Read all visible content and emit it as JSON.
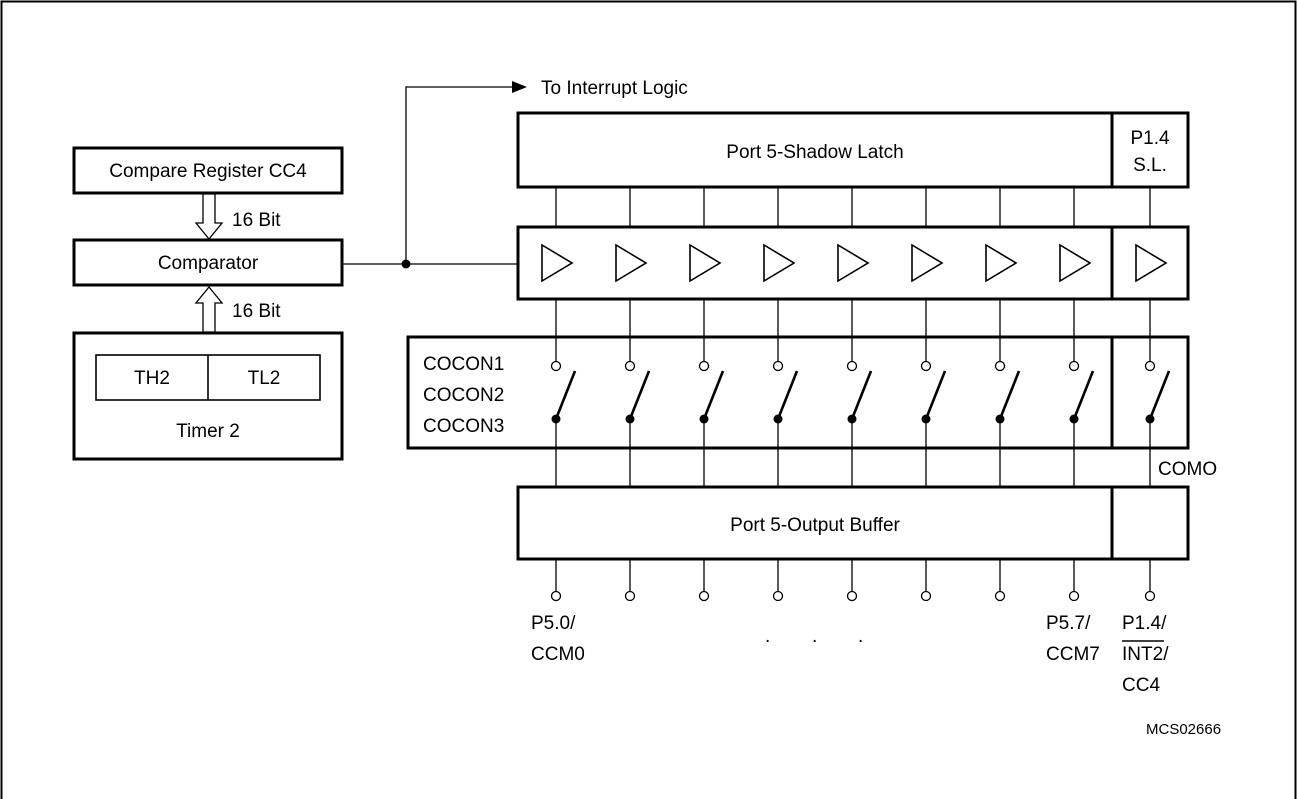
{
  "labels": {
    "interrupt": "To Interrupt Logic",
    "compare_register": "Compare Register CC4",
    "bits_top": "16 Bit",
    "comparator": "Comparator",
    "bits_bottom": "16 Bit",
    "th2": "TH2",
    "tl2": "TL2",
    "timer": "Timer 2",
    "shadow_latch": "Port 5-Shadow Latch",
    "p14_sl_line1": "P1.4",
    "p14_sl_line2": "S.L.",
    "cocon1": "COCON1",
    "cocon2": "COCON2",
    "cocon3": "COCON3",
    "como": "COMO",
    "output_buffer": "Port 5-Output Buffer",
    "p50_line1": "P5.0/",
    "p50_line2": "CCM0",
    "p57_line1": "P5.7/",
    "p57_line2": "CCM7",
    "p14_line1": "P1.4/",
    "p14_line2": "INT2",
    "p14_line2_suffix": "/",
    "p14_line3": "CC4",
    "ellipsis_dot": ".",
    "figure_id": "MCS02666"
  }
}
